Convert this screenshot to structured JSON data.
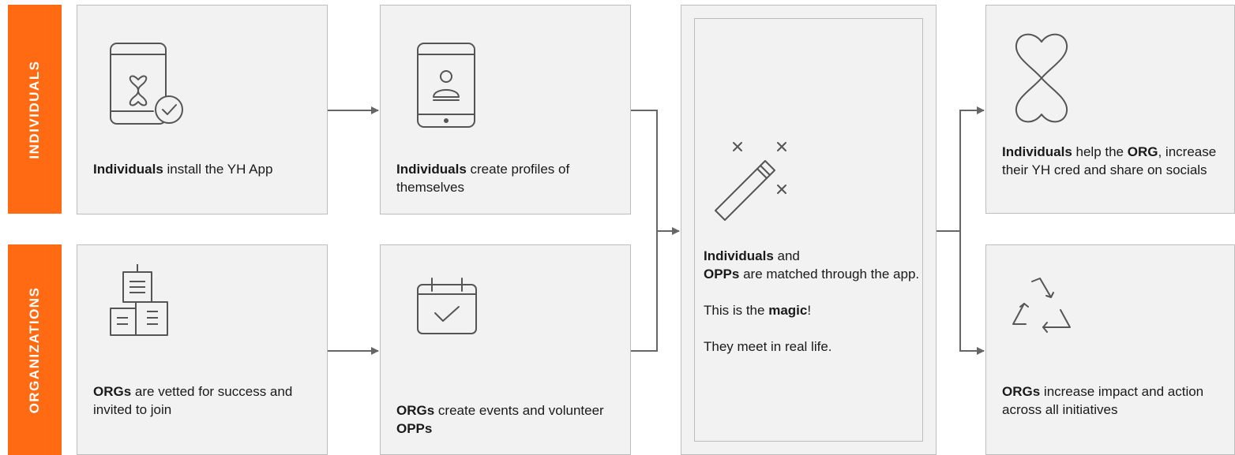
{
  "tags": {
    "individuals": "INDIVIDUALS",
    "organizations": "ORGANIZATIONS"
  },
  "steps": {
    "install": {
      "bold": "Individuals",
      "rest": " install the YH App",
      "icon": "phone-heart-check-icon"
    },
    "profile": {
      "bold": "Individuals",
      "rest": " create profiles of themselves",
      "icon": "phone-profile-icon"
    },
    "vetted": {
      "bold": "ORGs",
      "rest": " are vetted for success and invited to join",
      "icon": "buildings-icon"
    },
    "events": {
      "bold": "ORGs",
      "rest": " create events and volunteer ",
      "bold2": "OPPs",
      "icon": "calendar-check-icon"
    },
    "help": {
      "bold": "Individuals",
      "rest": " help the ",
      "bold2": "ORG",
      "rest2": ", increase their YH cred and share on socials",
      "icon": "heart-infinity-icon"
    },
    "impact": {
      "bold": "ORGs",
      "rest": " increase impact and action across all initiatives",
      "icon": "recycle-icon"
    }
  },
  "center": {
    "icon": "magic-wand-icon",
    "line1_bold": "Individuals",
    "line1_rest": " and ",
    "line2_bold": "OPPs",
    "line2_rest": " are matched through the app.",
    "line3_pre": "This is the ",
    "line3_bold": "magic",
    "line3_post": "!",
    "line4": "They meet in real life."
  },
  "colors": {
    "accent": "#ff6a13",
    "box_fill": "#f2f2f2",
    "box_border": "#bdbdbd",
    "connector": "#666666"
  }
}
